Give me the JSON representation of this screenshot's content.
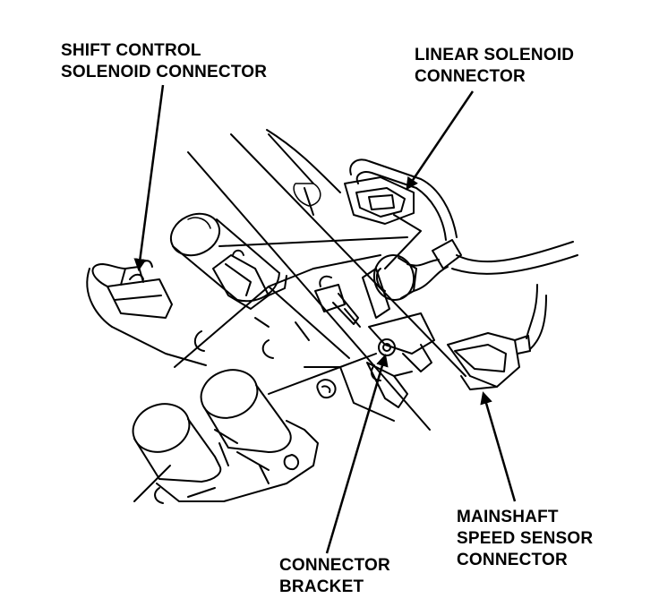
{
  "labels": {
    "shift_control": [
      "SHIFT CONTROL",
      "SOLENOID CONNECTOR"
    ],
    "linear_solenoid": [
      "LINEAR SOLENOID",
      "CONNECTOR"
    ],
    "mainshaft_speed": [
      "MAINSHAFT",
      "SPEED SENSOR",
      "CONNECTOR"
    ],
    "connector_bracket": [
      "CONNECTOR",
      "BRACKET"
    ]
  },
  "colors": {
    "ink": "#000000",
    "paper": "#ffffff"
  }
}
